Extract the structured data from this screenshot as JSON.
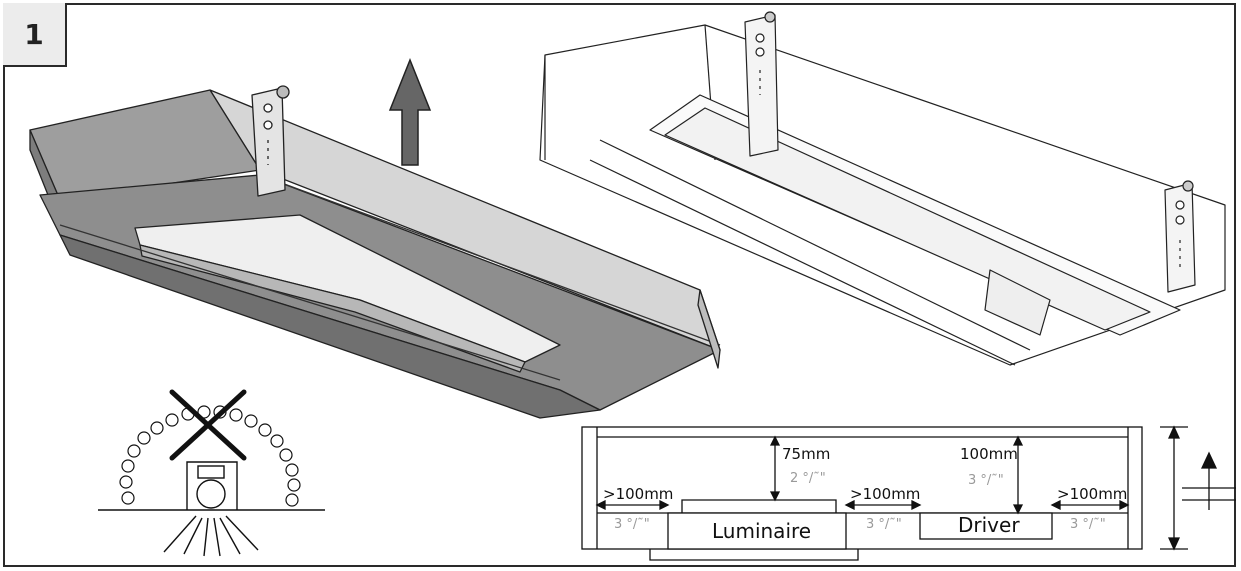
{
  "step": {
    "number": "1"
  },
  "clearance": {
    "top_luminaire": "75mm",
    "top_luminaire_sub": "2 °/˜\"",
    "top_driver": "100mm",
    "top_driver_sub": "3 °/˜\"",
    "side_left": ">100mm",
    "side_left_sub": "3 °/˜\"",
    "side_middle": ">100mm",
    "side_middle_sub": "3 °/˜\"",
    "side_right": ">100mm",
    "side_right_sub": "3 °/˜\""
  },
  "components": {
    "luminaire": "Luminaire",
    "driver": "Driver"
  },
  "warning": {
    "icon": "no-insulation-cover-icon"
  },
  "arrow": {
    "icon": "lift-up-arrow-icon",
    "color": "#666666"
  }
}
